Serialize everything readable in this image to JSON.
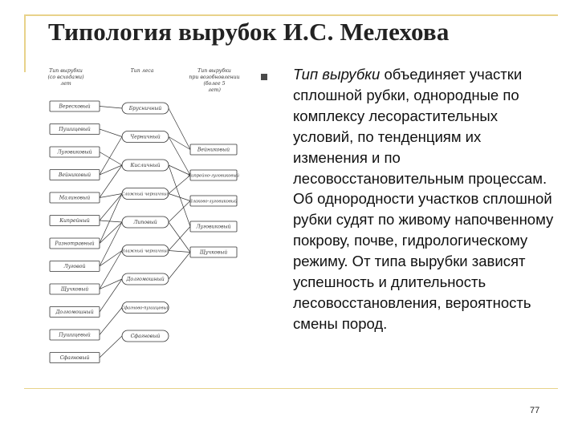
{
  "slide": {
    "title": "Типология вырубок И.С. Мелехова",
    "body_lead": "Тип вырубки",
    "body_rest": " объединяет участки сплошной рубки, однородные по комплексу лесорастительных условий, по тенденциям их изменения и по лесовосстановительным процессам. Об однородности участков сплошной рубки судят по живому напочвенному покрову, почве, гидрологическому режиму. От типа вырубки зависят успешность и длительность лесовосстановления, вероятность смены пород.",
    "page_number": "77"
  },
  "diagram": {
    "headers": {
      "left": "Тип вырубки (со всходами) лет",
      "middle": "Тип леса",
      "right": "Тип вырубки при возобновлении (более 5 лет)"
    },
    "left_column": [
      "Вересковый",
      "Пушицевый",
      "Луговиковый",
      "Вейниковый",
      "Малиновый",
      "Кипрейный",
      "Разнотравный",
      "Луговой",
      "Щучковый",
      "Долгомошный",
      "Пушицевый",
      "Сфагновый"
    ],
    "middle_column": [
      "Брусничный",
      "Черничный",
      "Кисличный",
      "Сложный черничный",
      "Липовый",
      "Влажный черничный",
      "Долгомошный",
      "Сфагново-пушицевый",
      "Сфагновый"
    ],
    "right_column": [
      "Вейниковый",
      "Кипрейно-луговиковый",
      "Злаково-луговиковый",
      "Луговиковый",
      "Щучковый"
    ]
  }
}
